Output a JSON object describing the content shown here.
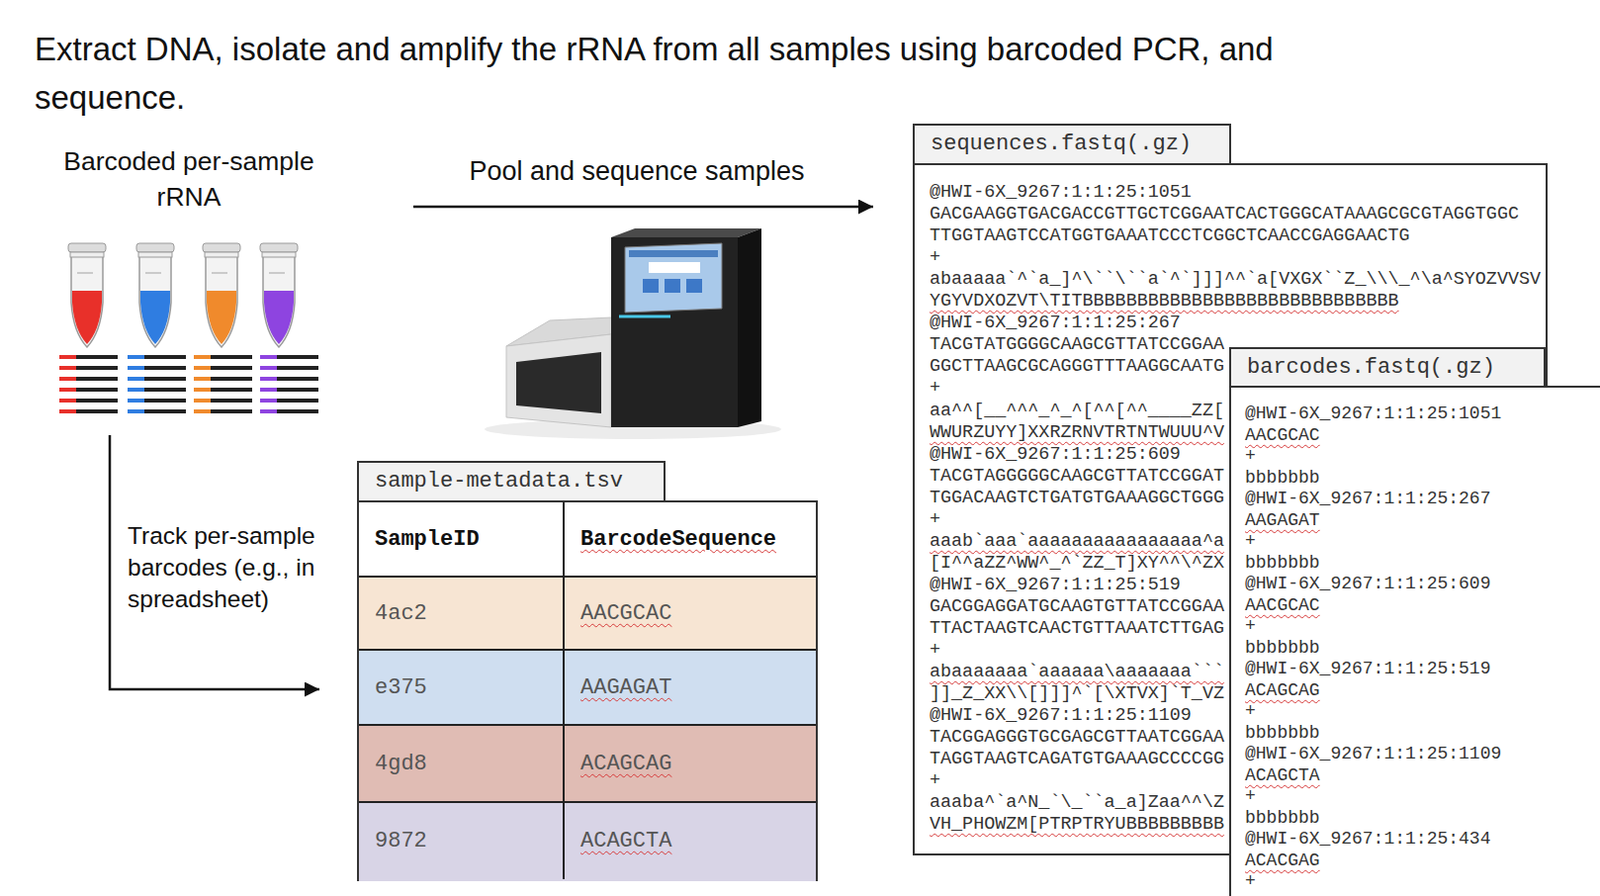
{
  "diagram": {
    "title": "Extract DNA, isolate and amplify the rRNA from all samples using barcoded PCR, and sequence.",
    "nodes": [
      {
        "text": [
          "Barcoded per-sample rRNA"
        ]
      },
      {
        "text": [
          "sample-metadata.tsv"
        ]
      },
      {
        "text": [
          "sequences.fastq(.gz)"
        ]
      },
      {
        "text": [
          "barcodes.fastq(.gz)"
        ]
      }
    ],
    "edges": [
      {
        "from": 0,
        "to": 2,
        "arrow": "to",
        "label": "Pool and sequence samples"
      },
      {
        "from": 0,
        "to": 1,
        "arrow": "to",
        "label": "Track per-sample barcodes (e.g., in spreadsheet)"
      }
    ],
    "labels": [
      "SampleID",
      "BarcodeSequence",
      "4ac2",
      "AACGCAC",
      "e375",
      "AAGAGAT",
      "4gd8",
      "ACAGCAG",
      "9872",
      "ACAGCTA",
      "@HWI-6X_9267:1:1:25:1051",
      "GACGAAGGTGACGACCGTTGCTCGGAATCACTGGGCATAAAGCGCGTAGGTGGC",
      "TTGGTAAGTCCATGGTGAAATCCCTCGGCTCAACCGAGGAACTG",
      "+",
      "abaaaaa`^`a_]^\\``\\``a`^`]]]^^`a[VXGX``Z_\\\\\\_^\\a^SYOZVVSV",
      "YGYVDXOZVT\\TITBBBBBBBBBBBBBBBBBBBBBBBBBBBBB",
      "@HWI-6X_9267:1:1:25:267",
      "TACGTATGGGGCAAGCGTTATCCGGAA",
      "GGCTTAAGCGCAGGGTTTAAGGCAATG",
      "+",
      "aa^^[__^^^_^_^[^^[^^____ZZ[",
      "WWURZUYY]XXRZRNVTRTNTWUUU^V",
      "@HWI-6X_9267:1:1:25:609",
      "TACGTAGGGGGCAAGCGTTATCCGGAT",
      "TGGACAAGTCTGATGTGAAAGGCTGGG",
      "+",
      "aaab`aaa`aaaaaaaaaaaaaaaa^a",
      "[I^^aZZ^WW^_^`ZZ_T]XY^^\\^ZX",
      "@HWI-6X_9267:1:1:25:519",
      "GACGGAGGATGCAAGTGTTATCCGGAA",
      "TTACTAAGTCAACTGTTAAATCTTGAG",
      "+",
      "abaaaaaaa`aaaaaa\\aaaaaaa```",
      "]]_Z_XX\\\\[]]]^`[\\XTVX]`T_VZ",
      "@HWI-6X_9267:1:1:25:1109",
      "TACGGAGGGTGCGAGCGTTAATCGGAA",
      "TAGGTAAGTCAGATGTGAAAGCCCCGG",
      "+",
      "aaaba^`a^N_`\\_``a_a]Zaa^^\\Z",
      "VH_PHOWZM[PTRPTRYUBBBBBBBBB",
      "@HWI-6X_9267:1:1:25:1051",
      "AACGCAC",
      "+",
      "bbbbbbb",
      "@HWI-6X_9267:1:1:25:267",
      "AAGAGAT",
      "+",
      "bbbbbbb",
      "@HWI-6X_9267:1:1:25:609",
      "AACGCAC",
      "+",
      "bbbbbbb",
      "@HWI-6X_9267:1:1:25:519",
      "ACAGCAG",
      "+",
      "bbbbbbb",
      "@HWI-6X_9267:1:1:25:1109",
      "ACAGCTA",
      "+",
      "bbbbbbb",
      "@HWI-6X_9267:1:1:25:434",
      "ACACGAG",
      "+"
    ]
  }
}
